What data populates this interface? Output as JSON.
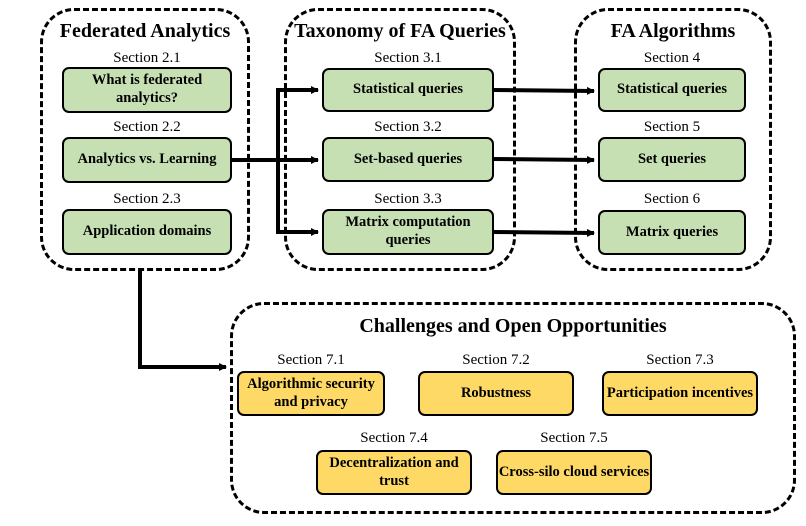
{
  "federated_analytics": {
    "title": "Federated Analytics",
    "items": [
      {
        "section": "Section 2.1",
        "label": "What is federated analytics?"
      },
      {
        "section": "Section 2.2",
        "label": "Analytics vs. Learning"
      },
      {
        "section": "Section 2.3",
        "label": "Application domains"
      }
    ]
  },
  "taxonomy": {
    "title": "Taxonomy of FA Queries",
    "items": [
      {
        "section": "Section 3.1",
        "label": "Statistical queries"
      },
      {
        "section": "Section 3.2",
        "label": "Set-based queries"
      },
      {
        "section": "Section 3.3",
        "label": "Matrix computation queries"
      }
    ]
  },
  "algorithms": {
    "title": "FA Algorithms",
    "items": [
      {
        "section": "Section 4",
        "label": "Statistical queries"
      },
      {
        "section": "Section 5",
        "label": "Set queries"
      },
      {
        "section": "Section 6",
        "label": "Matrix queries"
      }
    ]
  },
  "challenges": {
    "title": "Challenges and Open Opportunities",
    "items": [
      {
        "section": "Section 7.1",
        "label": "Algorithmic security and privacy"
      },
      {
        "section": "Section 7.2",
        "label": "Robustness"
      },
      {
        "section": "Section 7.3",
        "label": "Participation incentives"
      },
      {
        "section": "Section 7.4",
        "label": "Decentralization and trust"
      },
      {
        "section": "Section 7.5",
        "label": "Cross-silo cloud services"
      }
    ]
  },
  "colors": {
    "green_box": "#c6e0b4",
    "yellow_box": "#ffd966",
    "border": "#000000"
  }
}
